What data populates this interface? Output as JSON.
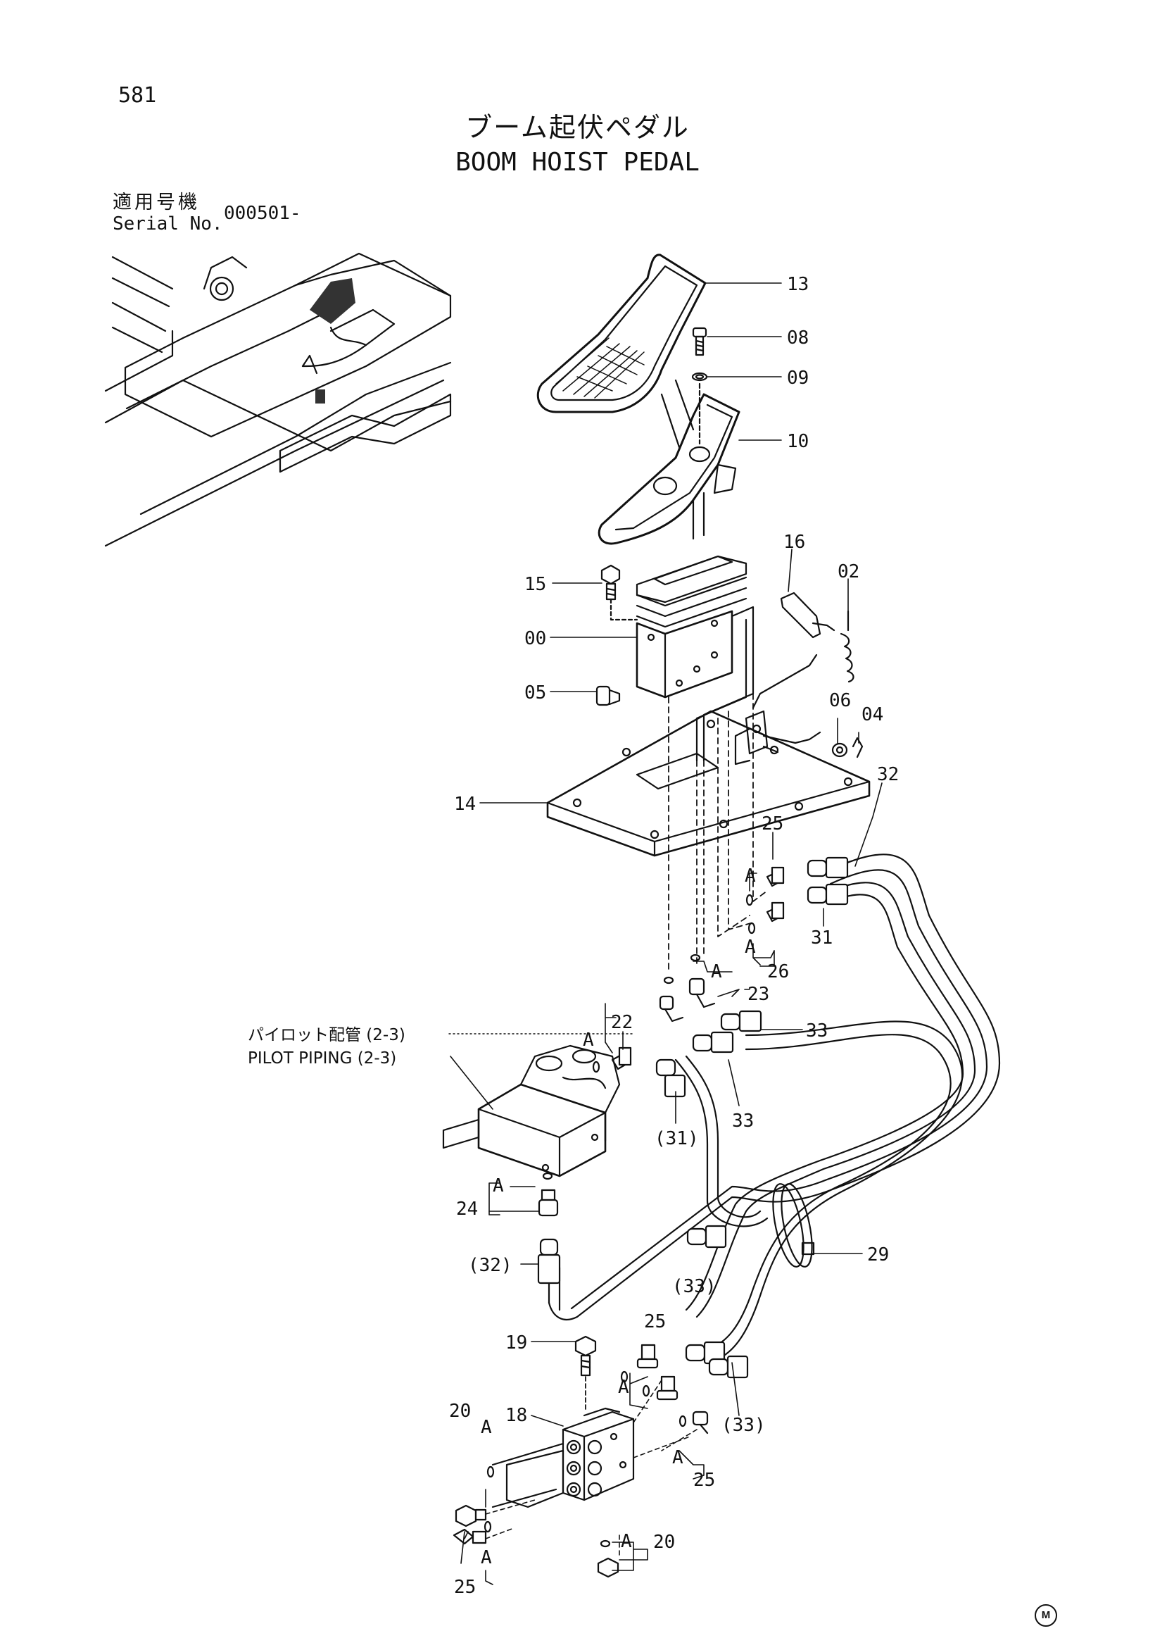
{
  "page_number": "581",
  "title_jp": "ブーム起伏ペダル",
  "title_en": "BOOM HOIST PEDAL",
  "serial": {
    "label_jp": "適用号機",
    "label_en": "Serial No.",
    "value": "000501-"
  },
  "ref": {
    "jp": "パイロット配管 (2-3)",
    "en": "PILOT PIPING (2-3)"
  },
  "mark": "M",
  "callouts": {
    "c13": "13",
    "c08": "08",
    "c09": "09",
    "c10": "10",
    "c16": "16",
    "c02": "02",
    "c15": "15",
    "c00": "00",
    "c05": "05",
    "c06": "06",
    "c04": "04",
    "c32": "32",
    "c14": "14",
    "c25a": "25",
    "c31": "31",
    "c26": "26",
    "c23": "23",
    "c22": "22",
    "c33a": "33",
    "c33b": "33",
    "c31p": "(31)",
    "c24": "24",
    "c29": "29",
    "c32p": "(32)",
    "c33p1": "(33)",
    "c25b": "25",
    "c19": "19",
    "c33p2": "(33)",
    "c20a": "20",
    "c18": "18",
    "c25c": "25",
    "c20b": "20",
    "c25d": "25",
    "A1": "A",
    "A2": "A",
    "A3": "A",
    "A4": "A",
    "A5": "A",
    "A6": "A",
    "A7": "A",
    "A8": "A",
    "A9": "A",
    "A10": "A"
  }
}
